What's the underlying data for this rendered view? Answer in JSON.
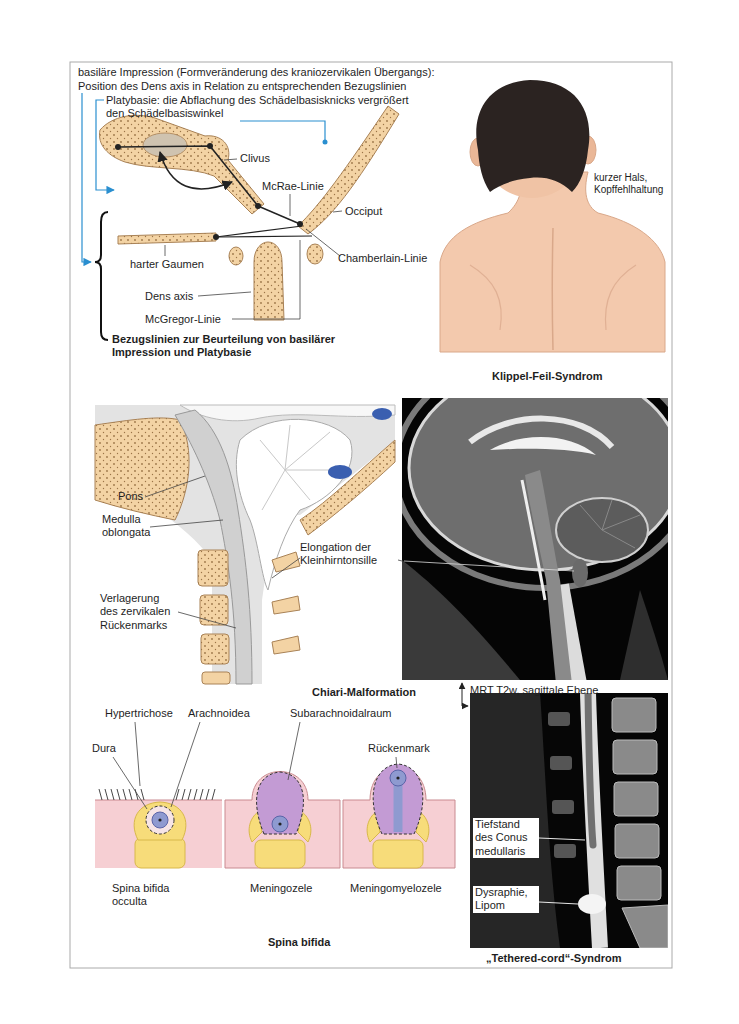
{
  "diagram": {
    "labels": [
      "basiläre Impression (Formveränderung des kraniozervikalen Übergangs):",
      "Position des Dens axis in Relation zu entsprechenden Bezugslinien",
      "Platybasie: die Abflachung des Schädelbasisknicks vergrößert den Schädelbasiswinkel",
      "Clivus",
      "McRae-Linie",
      "Occiput",
      "harter Gaumen",
      "Chamberlain-Linie",
      "Dens axis",
      "McGregor-Linie",
      "Bezugslinien zur Beurteilung von basilärer Impression und Platybasie",
      "kurzer Hals, Kopffehlhaltung",
      "Klippel-Feil-Syndrom",
      "Pons",
      "Medulla oblongata",
      "Elongation der Kleinhirntonsille",
      "Verlagerung des zervikalen Rückenmarks",
      "Chiari-Malformation",
      "MRT T2w, sagittale Ebene",
      "Hypertrichose",
      "Arachnoidea",
      "Subarachnoidalraum",
      "Dura",
      "Rückenmark",
      "Spina bifida occulta",
      "Meningozele",
      "Meningomyelozele",
      "Tiefstand des Conus medullaris",
      "Dysraphie, Lipom",
      "Spina bifida",
      "„Tethered-cord“-Syndrom"
    ]
  }
}
